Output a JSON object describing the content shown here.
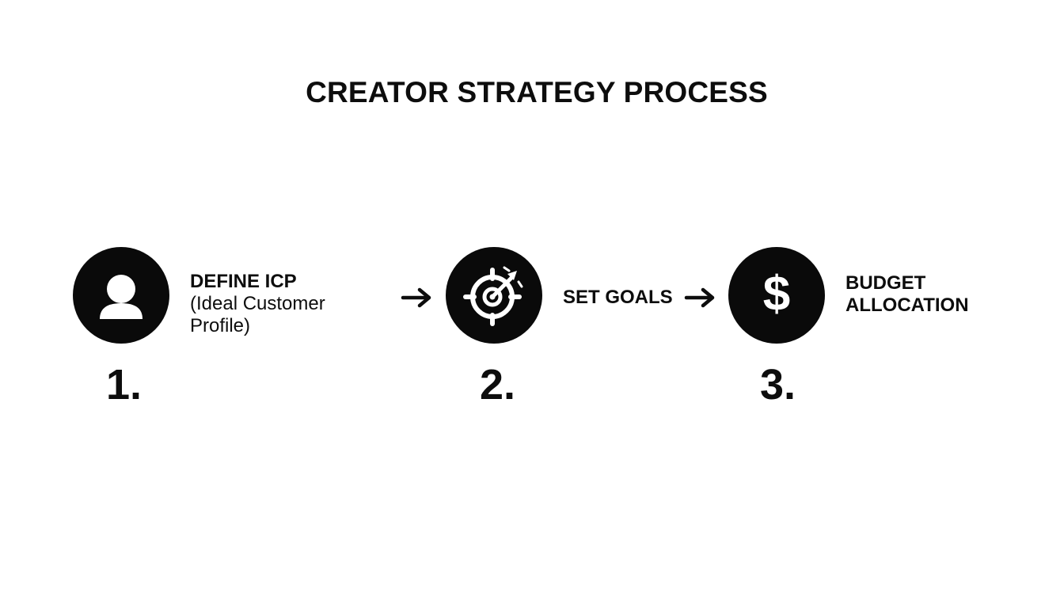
{
  "title": "CREATOR STRATEGY PROCESS",
  "steps": [
    {
      "number": "1.",
      "label_line1": "DEFINE ICP",
      "label_line2": "(Ideal Customer",
      "label_line3": "Profile)",
      "icon": "person-icon"
    },
    {
      "number": "2.",
      "label_line1": "SET GOALS",
      "icon": "target-icon"
    },
    {
      "number": "3.",
      "label_line1": "BUDGET",
      "label_line2": "ALLOCATION",
      "icon": "dollar-icon"
    }
  ],
  "arrow_icon": "arrow-right-icon",
  "colors": {
    "circle": "#0a0a0a",
    "text": "#0d0d0d",
    "background": "#ffffff"
  }
}
